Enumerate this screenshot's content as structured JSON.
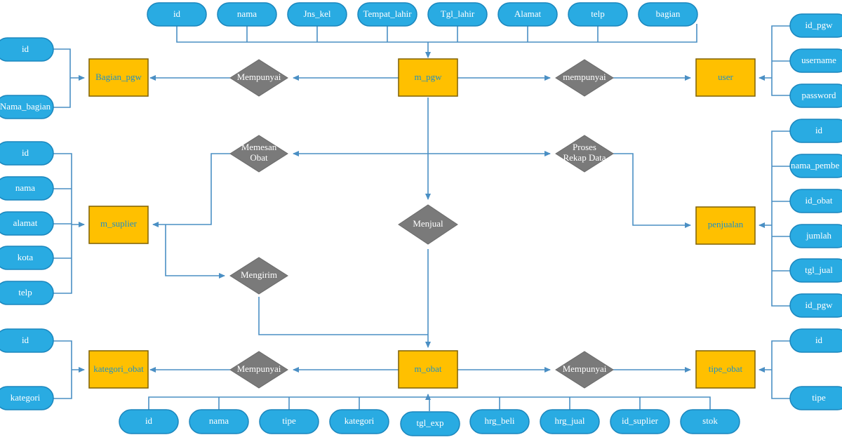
{
  "colors": {
    "attribute_fill": "#29abe2",
    "attribute_stroke": "#1b86bd",
    "entity_fill": "#ffc000",
    "entity_stroke": "#7f6000",
    "entity_text": "#1e90c8",
    "relationship_fill": "#7a7a7a",
    "edge": "#4a8fc4"
  },
  "entities": {
    "bagian_pgw": "Bagian_pgw",
    "m_pgw": "m_pgw",
    "user": "user",
    "m_suplier": "m_suplier",
    "penjualan": "penjualan",
    "kategori_obat": "kategori_obat",
    "m_obat": "m_obat",
    "tipe_obat": "tipe_obat"
  },
  "relationships": {
    "mempunyai_bagian": "Mempunyai",
    "mempunyai_user": "mempunyai",
    "memesan_obat": [
      "Memesan",
      "Obat"
    ],
    "proses_rekap": [
      "Proses",
      "Rekap Data"
    ],
    "menjual": "Menjual",
    "mengirim": "Mengirim",
    "mempunyai_kategori": "Mempunyai",
    "mempunyai_tipe": "Mempunyai"
  },
  "attributes": {
    "m_pgw": [
      "id",
      "nama",
      "Jns_kel",
      "Tempat_lahir",
      "Tgl_lahir",
      "Alamat",
      "telp",
      "bagian"
    ],
    "bagian_pgw": [
      "id",
      "Nama_bagian"
    ],
    "user": [
      "id_pgw",
      "username",
      "password"
    ],
    "m_suplier": [
      "id",
      "nama",
      "alamat",
      "kota",
      "telp"
    ],
    "penjualan": [
      "id",
      "nama_pembe",
      "id_obat",
      "jumlah",
      "tgl_jual",
      "id_pgw"
    ],
    "kategori_obat": [
      "id",
      "kategori"
    ],
    "tipe_obat": [
      "id",
      "tipe"
    ],
    "m_obat": [
      "id",
      "nama",
      "tipe",
      "kategori",
      "tgl_exp",
      "hrg_beli",
      "hrg_jual",
      "id_suplier",
      "stok"
    ]
  }
}
